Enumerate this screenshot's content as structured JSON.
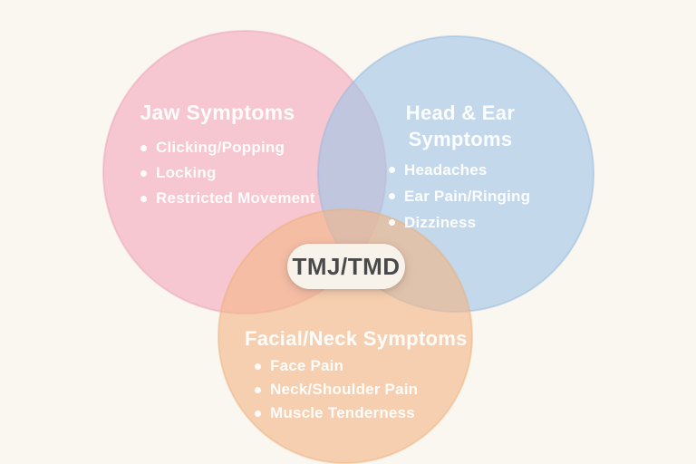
{
  "background_color": "#faf6f0",
  "center": {
    "label": "TMJ/TMD",
    "pill_color": "#f8f3ea",
    "text_color": "#4a4a4c"
  },
  "text_color": "#ffffff",
  "circles": [
    {
      "name": "jaw-symptoms",
      "title": "Jaw Symptoms",
      "fill": "#f3a8bd",
      "rendered_color": "#f6c8d2",
      "items": [
        "Clicking/Popping",
        "Locking",
        "Restricted Movement"
      ]
    },
    {
      "name": "head-ear-symptoms",
      "title": "Head & Ear Symptoms",
      "fill": "#9ec4e8",
      "rendered_color": "#c3d8ec",
      "items": [
        "Headaches",
        "Ear Pain/Ringing",
        "Dizziness"
      ]
    },
    {
      "name": "facial-neck-symptoms",
      "title": "Facial/Neck Symptoms",
      "fill": "#f2b687",
      "rendered_color": "#f5cfb0",
      "items": [
        "Face Pain",
        "Neck/Shoulder Pain",
        "Muscle Tenderness"
      ]
    }
  ]
}
